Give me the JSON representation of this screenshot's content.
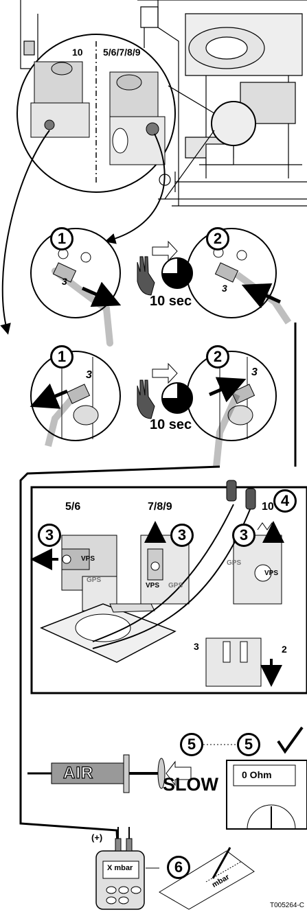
{
  "variants": {
    "top_left": "10",
    "top_right": "5/6/7/8/9",
    "box_a": "5/6",
    "box_b": "7/8/9",
    "box_c": "10"
  },
  "steps": {
    "s1": "1",
    "s2": "2",
    "s3": "3",
    "s4": "4",
    "s5": "5",
    "s6": "6"
  },
  "timer": "10 sec",
  "labels": {
    "vps": "VPS",
    "gps": "GPS",
    "air": "AIR",
    "slow": "SLOW",
    "ohm": "0 Ohm",
    "xmbar": "X mbar",
    "mbar": "mbar",
    "plus": "(+)",
    "pin3": "3",
    "pin2": "2",
    "hose_mark": "3"
  },
  "reference": "T005264-C"
}
